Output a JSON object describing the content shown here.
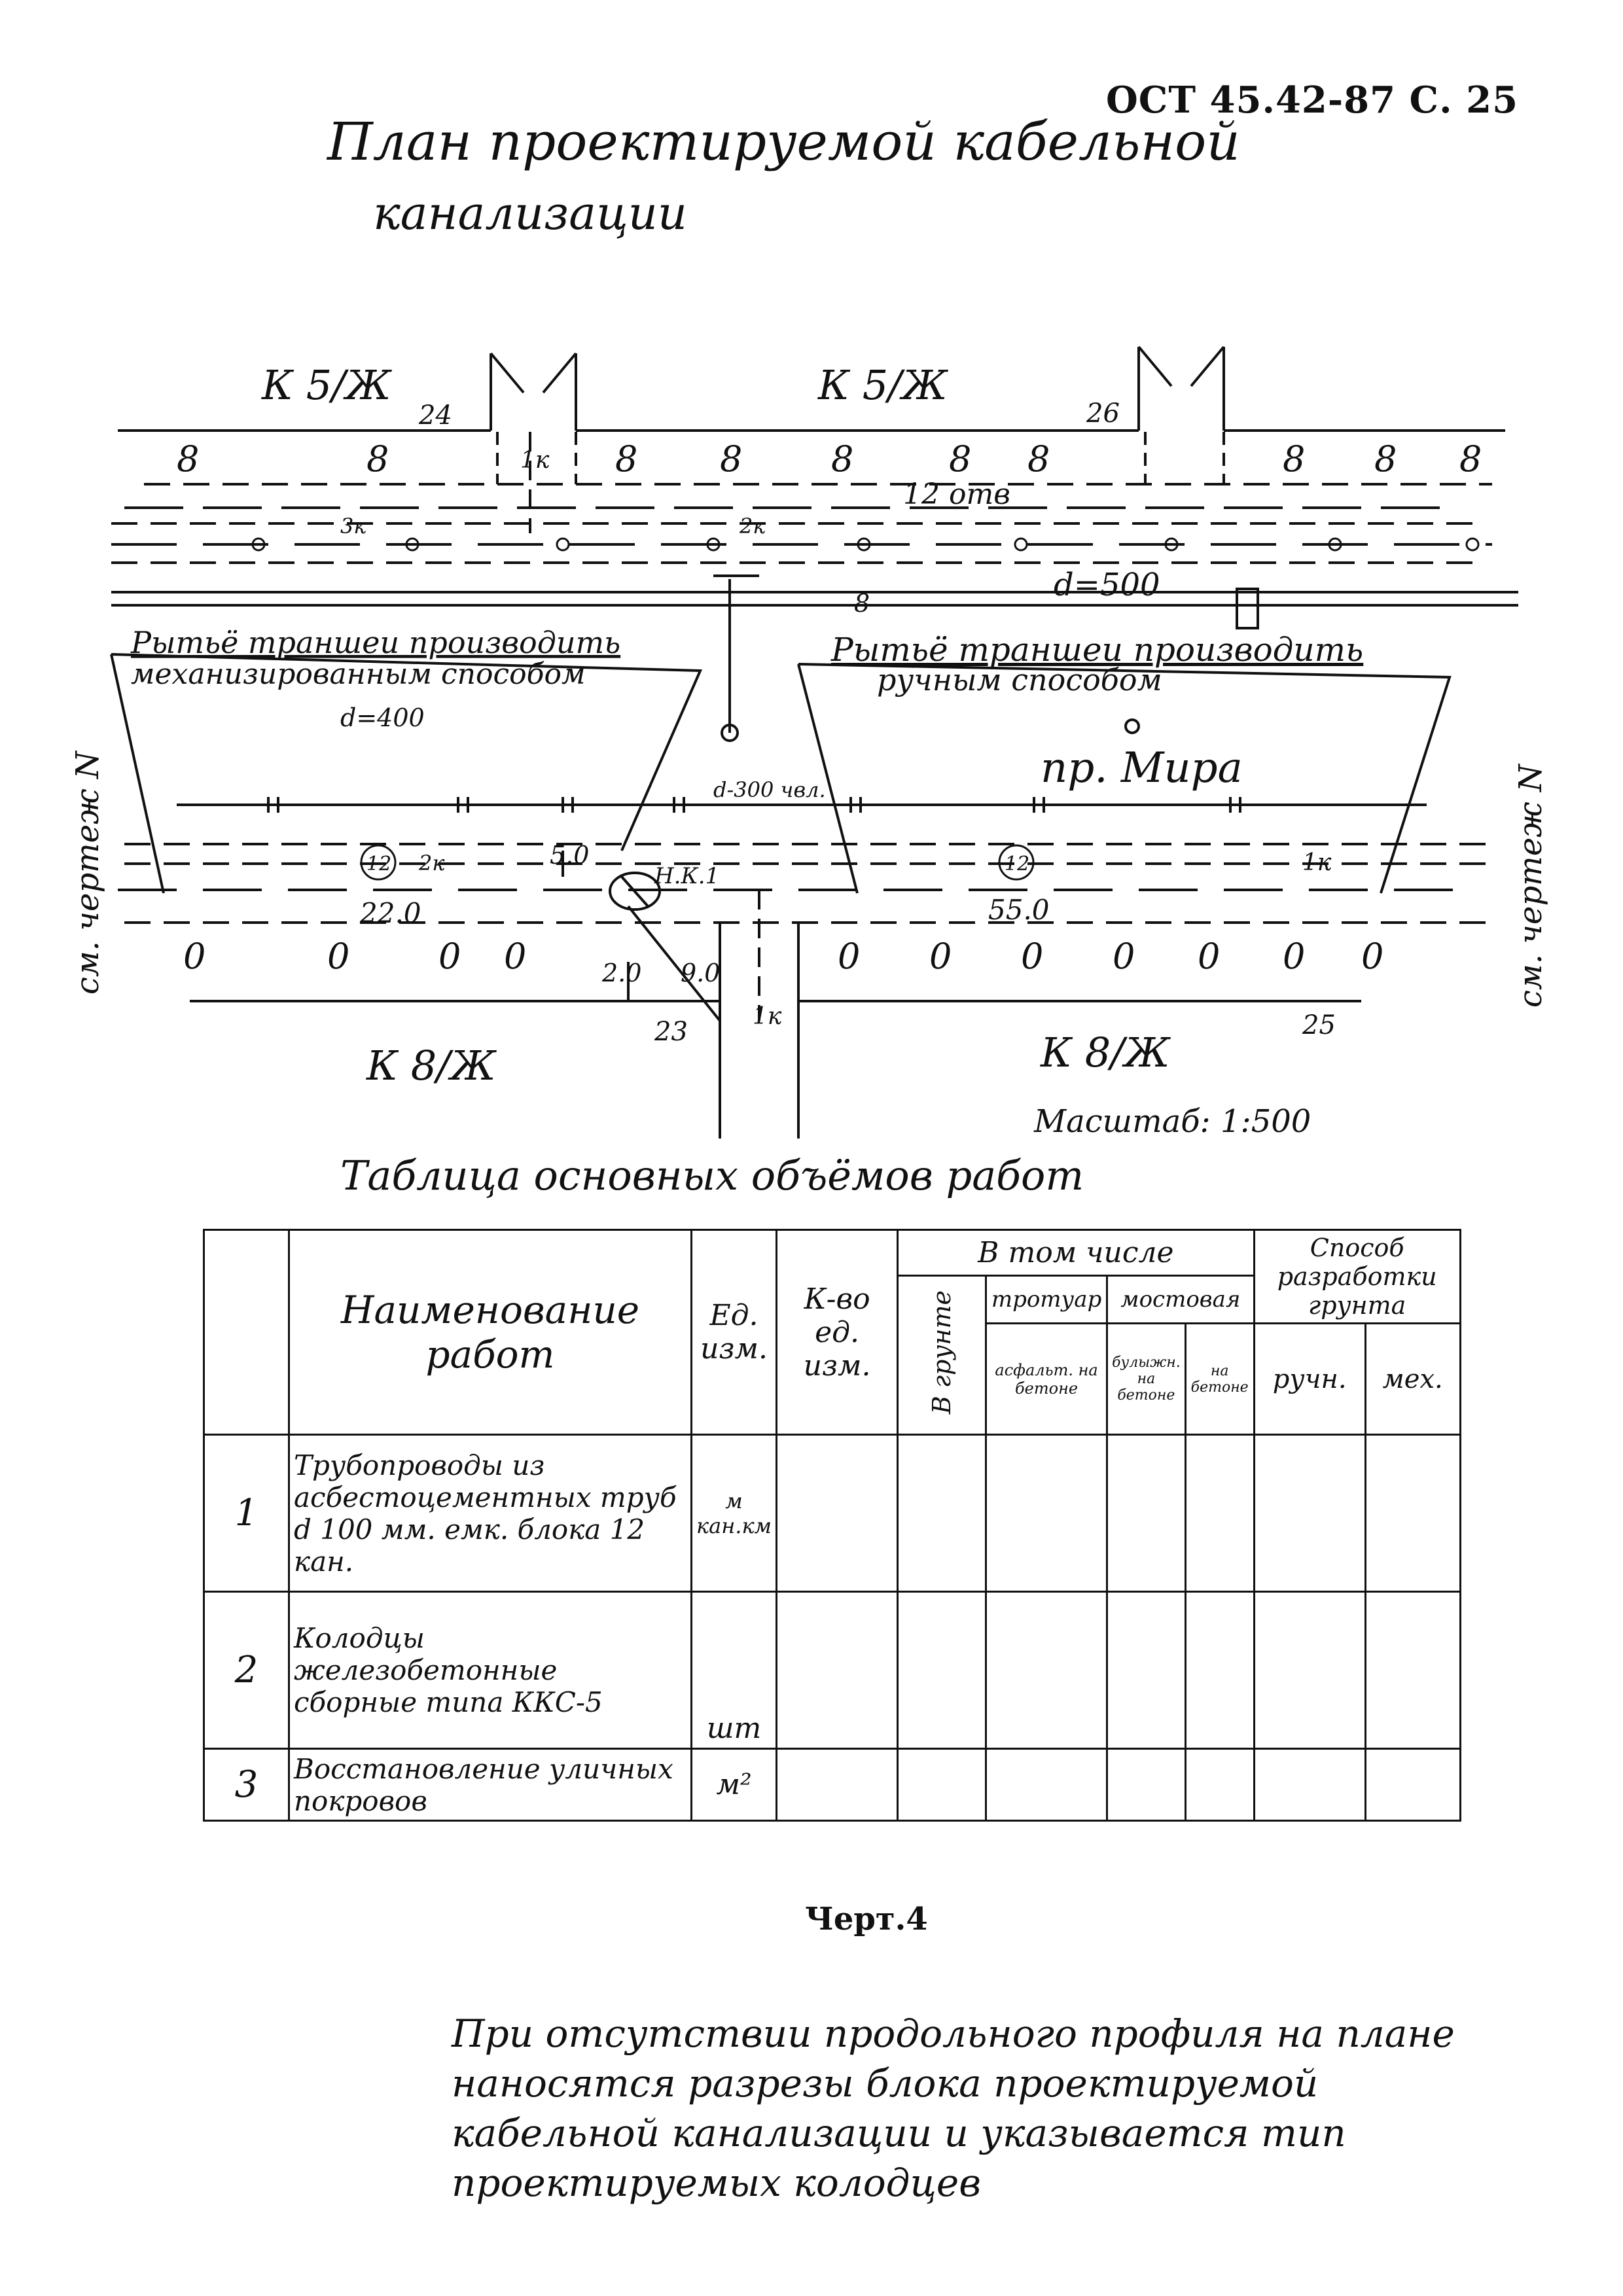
{
  "header": {
    "code": "ОСТ 45.42-87 С. 25"
  },
  "title": {
    "line1": "План проектируемой кабельной",
    "line2": "канализации"
  },
  "plan": {
    "labels": {
      "k_top_left": "К 5/Ж",
      "k_top_mid": "К 5/Ж",
      "k_bot_left": "К 8/Ж",
      "k_bot_right": "К 8/Ж",
      "n24": "24",
      "n26": "26",
      "n23": "23",
      "n25": "25",
      "k1_top": "1к",
      "k1_bot": "1к",
      "k3": "3к",
      "k2_top": "2к",
      "k2_mid": "2к",
      "k1_right": "1к",
      "ducts12": "12 отв",
      "b8": "8",
      "d500": "d=500",
      "d400": "d=400",
      "d300": "d-300 чвл.",
      "trench_left_1": "Рытьё траншеи производить",
      "trench_left_2": "механизированным способом",
      "trench_right_1": "Рытьё траншеи производить",
      "trench_right_2": "ручным способом",
      "street": "пр. Мира",
      "len_220": "22.0",
      "len_550": "55.0",
      "len_50": "5.0",
      "len_20": "2.0",
      "len_90": "9.0",
      "well": "Н.К.1",
      "circle12a": "12",
      "circle12b": "12",
      "see_left": "см. чертеж N",
      "see_right": "см. чертеж N",
      "scale": "Масштаб: 1:500"
    }
  },
  "table": {
    "title": "Таблица основных объёмов работ",
    "headers": {
      "name": "Наименование работ",
      "unit": "Ед. изм.",
      "qty": "К-во ед. изм.",
      "incl": "В том числе",
      "soil": "В грунте",
      "sidewalk": "тротуар",
      "pavement": "мостовая",
      "asph": "асфальт. на бетоне",
      "cobble": "булыжн. на бетоне",
      "concrete": "на бетоне",
      "method": "Способ разработки грунта",
      "manual": "ручн.",
      "mech": "мех."
    },
    "rows": [
      {
        "num": "1",
        "name": "Трубопроводы из асбестоцементных труб d 100 мм. емк. блока 12 кан.",
        "unit": "м кан.км"
      },
      {
        "num": "2",
        "name": "Колодцы железобетонные сборные типа ККС-5",
        "unit": "шт"
      },
      {
        "num": "3",
        "name": "Восстановление уличных покровов",
        "unit": "м²"
      }
    ]
  },
  "caption": "Черт.4",
  "note": "При отсутствии продольного профиля на плане наносятся разрезы блока проектируемой кабельной канализации и указывается тип проектируемых колодцев"
}
